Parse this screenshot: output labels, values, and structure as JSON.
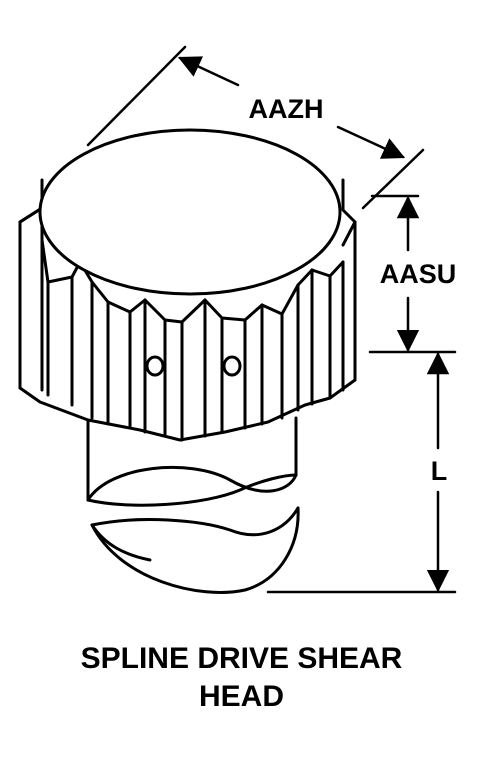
{
  "dimensions": {
    "head_diameter": "AAZH",
    "head_height": "AASU",
    "length": "L"
  },
  "caption": {
    "line1": "SPLINE DRIVE SHEAR",
    "line2": "HEAD"
  },
  "colors": {
    "ink": "#000000",
    "paper": "#ffffff"
  }
}
